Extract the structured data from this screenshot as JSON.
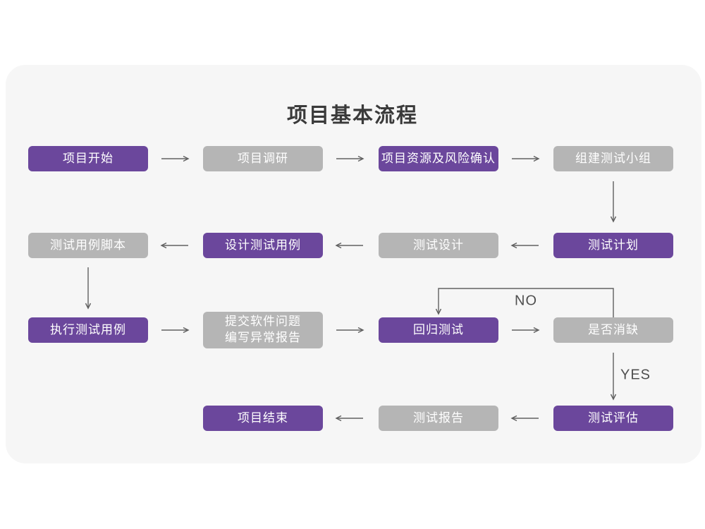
{
  "title": "项目基本流程",
  "colors": {
    "primary_node": "#6b479c",
    "secondary_node": "#b5b5b5",
    "card_background": "#f6f6f6",
    "page_background": "#ffffff",
    "arrow": "#606060",
    "node_text": "#ffffff",
    "title_text": "#3a3a3a"
  },
  "nodes": [
    {
      "id": "project-start",
      "label": "项目开始",
      "variant": "primary"
    },
    {
      "id": "project-research",
      "label": "项目调研",
      "variant": "secondary"
    },
    {
      "id": "risk-confirmation",
      "label": "项目资源及风险确认",
      "variant": "primary"
    },
    {
      "id": "build-test-team",
      "label": "组建测试小组",
      "variant": "secondary"
    },
    {
      "id": "test-case-scripts",
      "label": "测试用例脚本",
      "variant": "secondary"
    },
    {
      "id": "design-test-cases",
      "label": "设计测试用例",
      "variant": "primary"
    },
    {
      "id": "test-design",
      "label": "测试设计",
      "variant": "secondary"
    },
    {
      "id": "test-plan",
      "label": "测试计划",
      "variant": "primary"
    },
    {
      "id": "execute-test-cases",
      "label": "执行测试用例",
      "variant": "primary"
    },
    {
      "id": "submit-issues-report",
      "label": "提交软件问题\n编写异常报告",
      "variant": "secondary"
    },
    {
      "id": "regression-test",
      "label": "回归测试",
      "variant": "primary"
    },
    {
      "id": "defect-resolved",
      "label": "是否消缺",
      "variant": "secondary"
    },
    {
      "id": "project-end",
      "label": "项目结束",
      "variant": "primary"
    },
    {
      "id": "test-report",
      "label": "测试报告",
      "variant": "secondary"
    },
    {
      "id": "test-evaluation",
      "label": "测试评估",
      "variant": "primary"
    }
  ],
  "edge_labels": {
    "no": "NO",
    "yes": "YES"
  },
  "edges": [
    {
      "from": "project-start",
      "to": "project-research",
      "label": ""
    },
    {
      "from": "project-research",
      "to": "risk-confirmation",
      "label": ""
    },
    {
      "from": "risk-confirmation",
      "to": "build-test-team",
      "label": ""
    },
    {
      "from": "build-test-team",
      "to": "test-plan",
      "label": ""
    },
    {
      "from": "test-plan",
      "to": "test-design",
      "label": ""
    },
    {
      "from": "test-design",
      "to": "design-test-cases",
      "label": ""
    },
    {
      "from": "design-test-cases",
      "to": "test-case-scripts",
      "label": ""
    },
    {
      "from": "test-case-scripts",
      "to": "execute-test-cases",
      "label": ""
    },
    {
      "from": "execute-test-cases",
      "to": "submit-issues-report",
      "label": ""
    },
    {
      "from": "submit-issues-report",
      "to": "regression-test",
      "label": ""
    },
    {
      "from": "regression-test",
      "to": "defect-resolved",
      "label": ""
    },
    {
      "from": "defect-resolved",
      "to": "regression-test",
      "label": "NO"
    },
    {
      "from": "defect-resolved",
      "to": "test-evaluation",
      "label": "YES"
    },
    {
      "from": "test-evaluation",
      "to": "test-report",
      "label": ""
    },
    {
      "from": "test-report",
      "to": "project-end",
      "label": ""
    }
  ]
}
